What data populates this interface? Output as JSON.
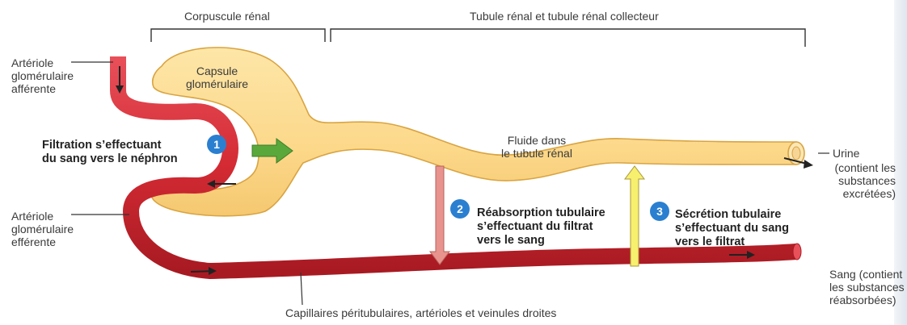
{
  "headers": {
    "corpuscule": "Corpuscule rénal",
    "tubule": "Tubule rénal et tubule rénal collecteur"
  },
  "labels": {
    "afferent": [
      "Artériole",
      "glomérulaire",
      "afférente"
    ],
    "efferent": [
      "Artériole",
      "glomérulaire",
      "efférente"
    ],
    "capsule": [
      "Capsule",
      "glomérulaire"
    ],
    "fluid": [
      "Fluide dans",
      "le tubule rénal"
    ],
    "urine": [
      "Urine",
      "(contient les",
      "substances",
      "excrétées)"
    ],
    "blood": [
      "Sang (contient",
      "les substances",
      "réabsorbées)"
    ],
    "capillaries": "Capillaires péritubulaires, artérioles et veinules droites"
  },
  "processes": [
    {
      "number": "1",
      "lines": [
        "Filtration s’effectuant",
        "du sang vers le néphron"
      ]
    },
    {
      "number": "2",
      "lines": [
        "Réabsorption tubulaire",
        "s’effectuant du filtrat",
        "vers le sang"
      ]
    },
    {
      "number": "3",
      "lines": [
        "Sécrétion tubulaire",
        "s’effectuant du sang",
        "vers le filtrat"
      ]
    }
  ],
  "colors": {
    "tubule_fill": "#fcd88a",
    "tubule_stroke": "#d9a441",
    "vessel": "#d42b34",
    "vessel_dark": "#a81a22",
    "filtration_arrow": "#5aa83c",
    "reabsorption_arrow": "#e8938e",
    "secretion_arrow": "#f7ef6e",
    "badge": "#2a7fd0"
  }
}
